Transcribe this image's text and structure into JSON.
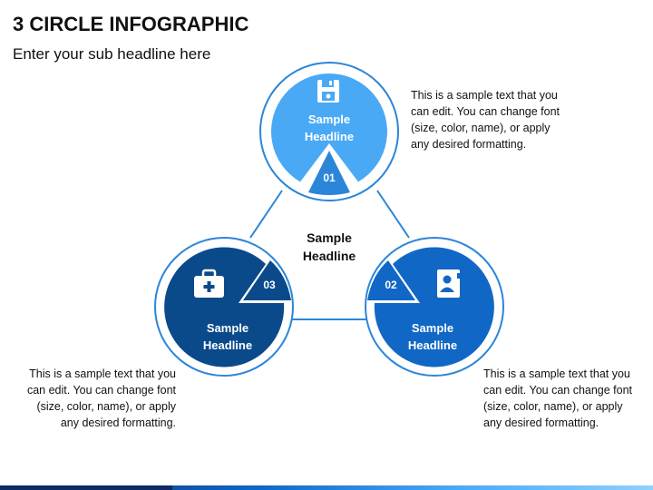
{
  "header": {
    "title": "3 CIRCLE INFOGRAPHIC",
    "subtitle": "Enter your sub headline here"
  },
  "center": {
    "line1": "Sample",
    "line2": "Headline"
  },
  "circles": [
    {
      "number": "01",
      "line1": "Sample",
      "line2": "Headline",
      "icon": "floppy-disk-icon",
      "color": "#4aa9f5"
    },
    {
      "number": "02",
      "line1": "Sample",
      "line2": "Headline",
      "icon": "contact-book-icon",
      "color": "#1167c5"
    },
    {
      "number": "03",
      "line1": "Sample",
      "line2": "Headline",
      "icon": "medical-kit-icon",
      "color": "#0b4a8a"
    }
  ],
  "descriptions": {
    "d1": [
      "This is a sample text that you",
      "can edit. You can change font",
      "(size, color, name), or apply",
      "any desired formatting."
    ],
    "d2": [
      "This is a sample text that you",
      "can edit. You can change font",
      "(size, color, name), or apply",
      "any desired formatting."
    ],
    "d3": [
      "This is a sample text that you",
      "can edit. You can change font",
      "(size, color, name), or apply",
      "any desired formatting."
    ]
  },
  "colors": {
    "light": "#4aa9f5",
    "mid": "#1167c5",
    "dark": "#0b4a8a",
    "outline": "#2b86d9"
  }
}
